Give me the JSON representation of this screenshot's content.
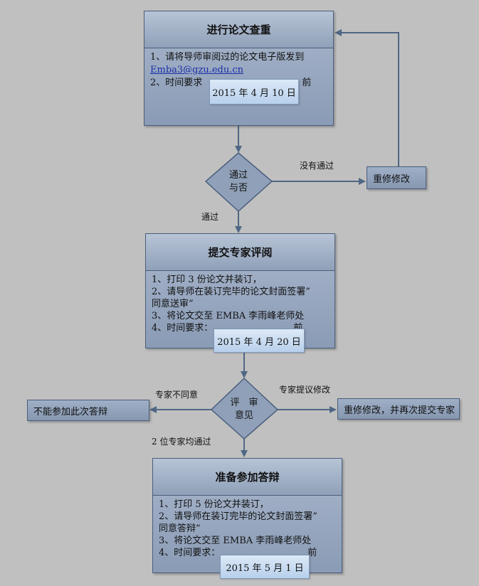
{
  "step1": {
    "title": "进行论文查重",
    "line1": "1、请将导师审阅过的论文电子版发到",
    "email": "Emba3@gzu.edu.cn",
    "line3a": "2、时间要求",
    "line3b": "前",
    "date": "2015 年 4 月 10 日"
  },
  "decision1": {
    "label": "通过\n与否",
    "pass": "通过",
    "fail": "没有通过"
  },
  "revise1": "重修修改",
  "step2": {
    "title": "提交专家评阅",
    "line1": "1、打印 3 份论文并装订，",
    "line2": "2、请导师在装订完毕的论文封面签署”",
    "line3": "同意送审”",
    "line4": "3、将论文交至 EMBA 李雨峰老师处",
    "line5a": "4、时间要求：",
    "line5b": "前",
    "date": "2015 年 4 月 20 日"
  },
  "decision2": {
    "label": "评　审\n意见",
    "disagree": "专家不同意",
    "suggest": "专家提议修改",
    "approve": "2 位专家均通过"
  },
  "cannot": "不能参加此次答辩",
  "revise2": "重修修改，并再次提交专家",
  "step3": {
    "title": "准备参加答辩",
    "line1": "1、打印 5 份论文并装订，",
    "line2": "2、请导师在装订完毕的论文封面签署”",
    "line3": "同意答辩”",
    "line4": "3、将论文交至 EMBA 李雨峰老师处",
    "line5a": "4、时间要求：",
    "line5b": "前",
    "date": "2015 年 5 月 1 日"
  }
}
